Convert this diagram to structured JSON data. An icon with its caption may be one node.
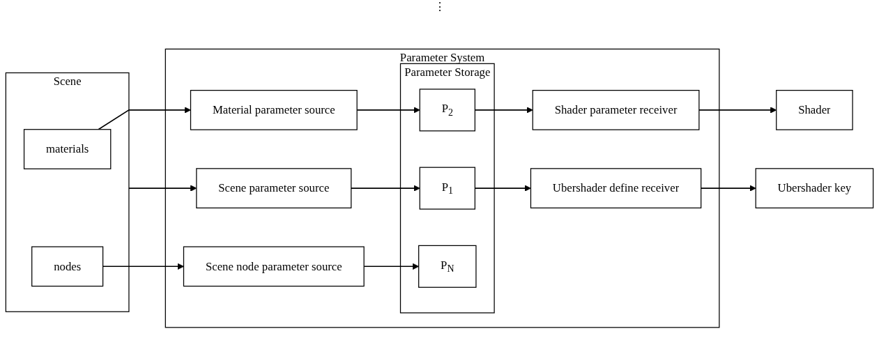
{
  "diagram": {
    "nodes": [
      {
        "text": [
          "Parameter System"
        ]
      },
      {
        "text": [
          "Scene"
        ]
      },
      {
        "text": [
          "materials"
        ],
        "in": 1
      },
      {
        "text": [
          "nodes"
        ],
        "in": 1
      },
      {
        "text": [
          "Scene parameter source"
        ],
        "in": 0
      },
      {
        "text": [
          "Material parameter source"
        ],
        "in": 0
      },
      {
        "text": [
          "Scene node parameter source"
        ],
        "in": 0
      },
      {
        "text": [
          "Parameter Storage"
        ],
        "in": 0
      },
      {
        "text": [
          "P$_{1}$"
        ],
        "in": 7
      },
      {
        "text": [
          "P$_{2}$"
        ],
        "in": 7
      },
      {
        "text": [
          "P$_{N}$"
        ],
        "in": 7
      },
      {
        "text": [
          "Ubershader define receiver"
        ],
        "in": 0
      },
      {
        "text": [
          "Shader parameter receiver"
        ],
        "in": 0
      },
      {
        "text": [
          "Ubershader key"
        ]
      },
      {
        "text": [
          "Shader"
        ]
      }
    ],
    "edges": [
      {
        "from": 1,
        "to": 4,
        "arrow": "to"
      },
      {
        "from": 2,
        "to": 5,
        "arrow": "to"
      },
      {
        "from": 3,
        "to": 6,
        "arrow": "to"
      },
      {
        "from": 4,
        "to": 8,
        "arrow": "to"
      },
      {
        "from": 5,
        "to": 9,
        "arrow": "to"
      },
      {
        "from": 6,
        "to": 10,
        "arrow": "to"
      },
      {
        "from": 8,
        "to": 11,
        "arrow": "to"
      },
      {
        "from": 9,
        "to": 12,
        "arrow": "to"
      },
      {
        "from": 11,
        "to": 13,
        "arrow": "to"
      },
      {
        "from": 12,
        "to": 14,
        "arrow": "to"
      }
    ],
    "labels": [
      "⋮"
    ]
  }
}
